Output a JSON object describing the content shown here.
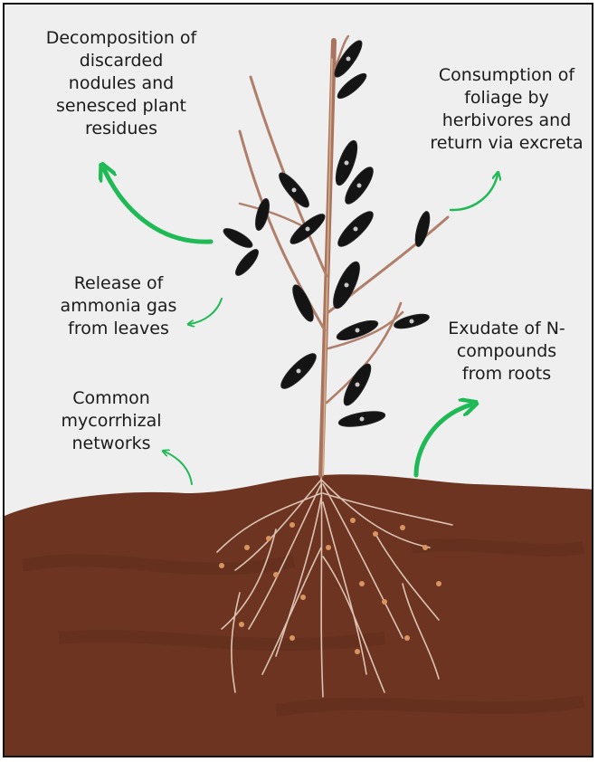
{
  "colors": {
    "sky": "#efefef",
    "soil": "#6d3422",
    "soil_dark": "#5a2a1b",
    "stem": "#b07f6b",
    "stem_dark": "#7b4a3a",
    "leaf": "#141414",
    "leaf_spot": "#c9c9c9",
    "root": "#dcc2b2",
    "nodule": "#d8955f",
    "arrow": "#1fba55"
  },
  "labels": {
    "decomposition": [
      "Decomposition of",
      "discarded",
      "nodules and",
      "senesced plant",
      "residues"
    ],
    "consumption": [
      "Consumption of",
      "foliage by",
      "herbivores and",
      "return via excreta"
    ],
    "ammonia": [
      "Release of",
      "ammonia gas",
      "from leaves"
    ],
    "exudate": [
      "Exudate of N-",
      "compounds",
      "from roots"
    ],
    "mycorrhizal": [
      "Common",
      "mycorrhizal",
      "networks"
    ]
  }
}
